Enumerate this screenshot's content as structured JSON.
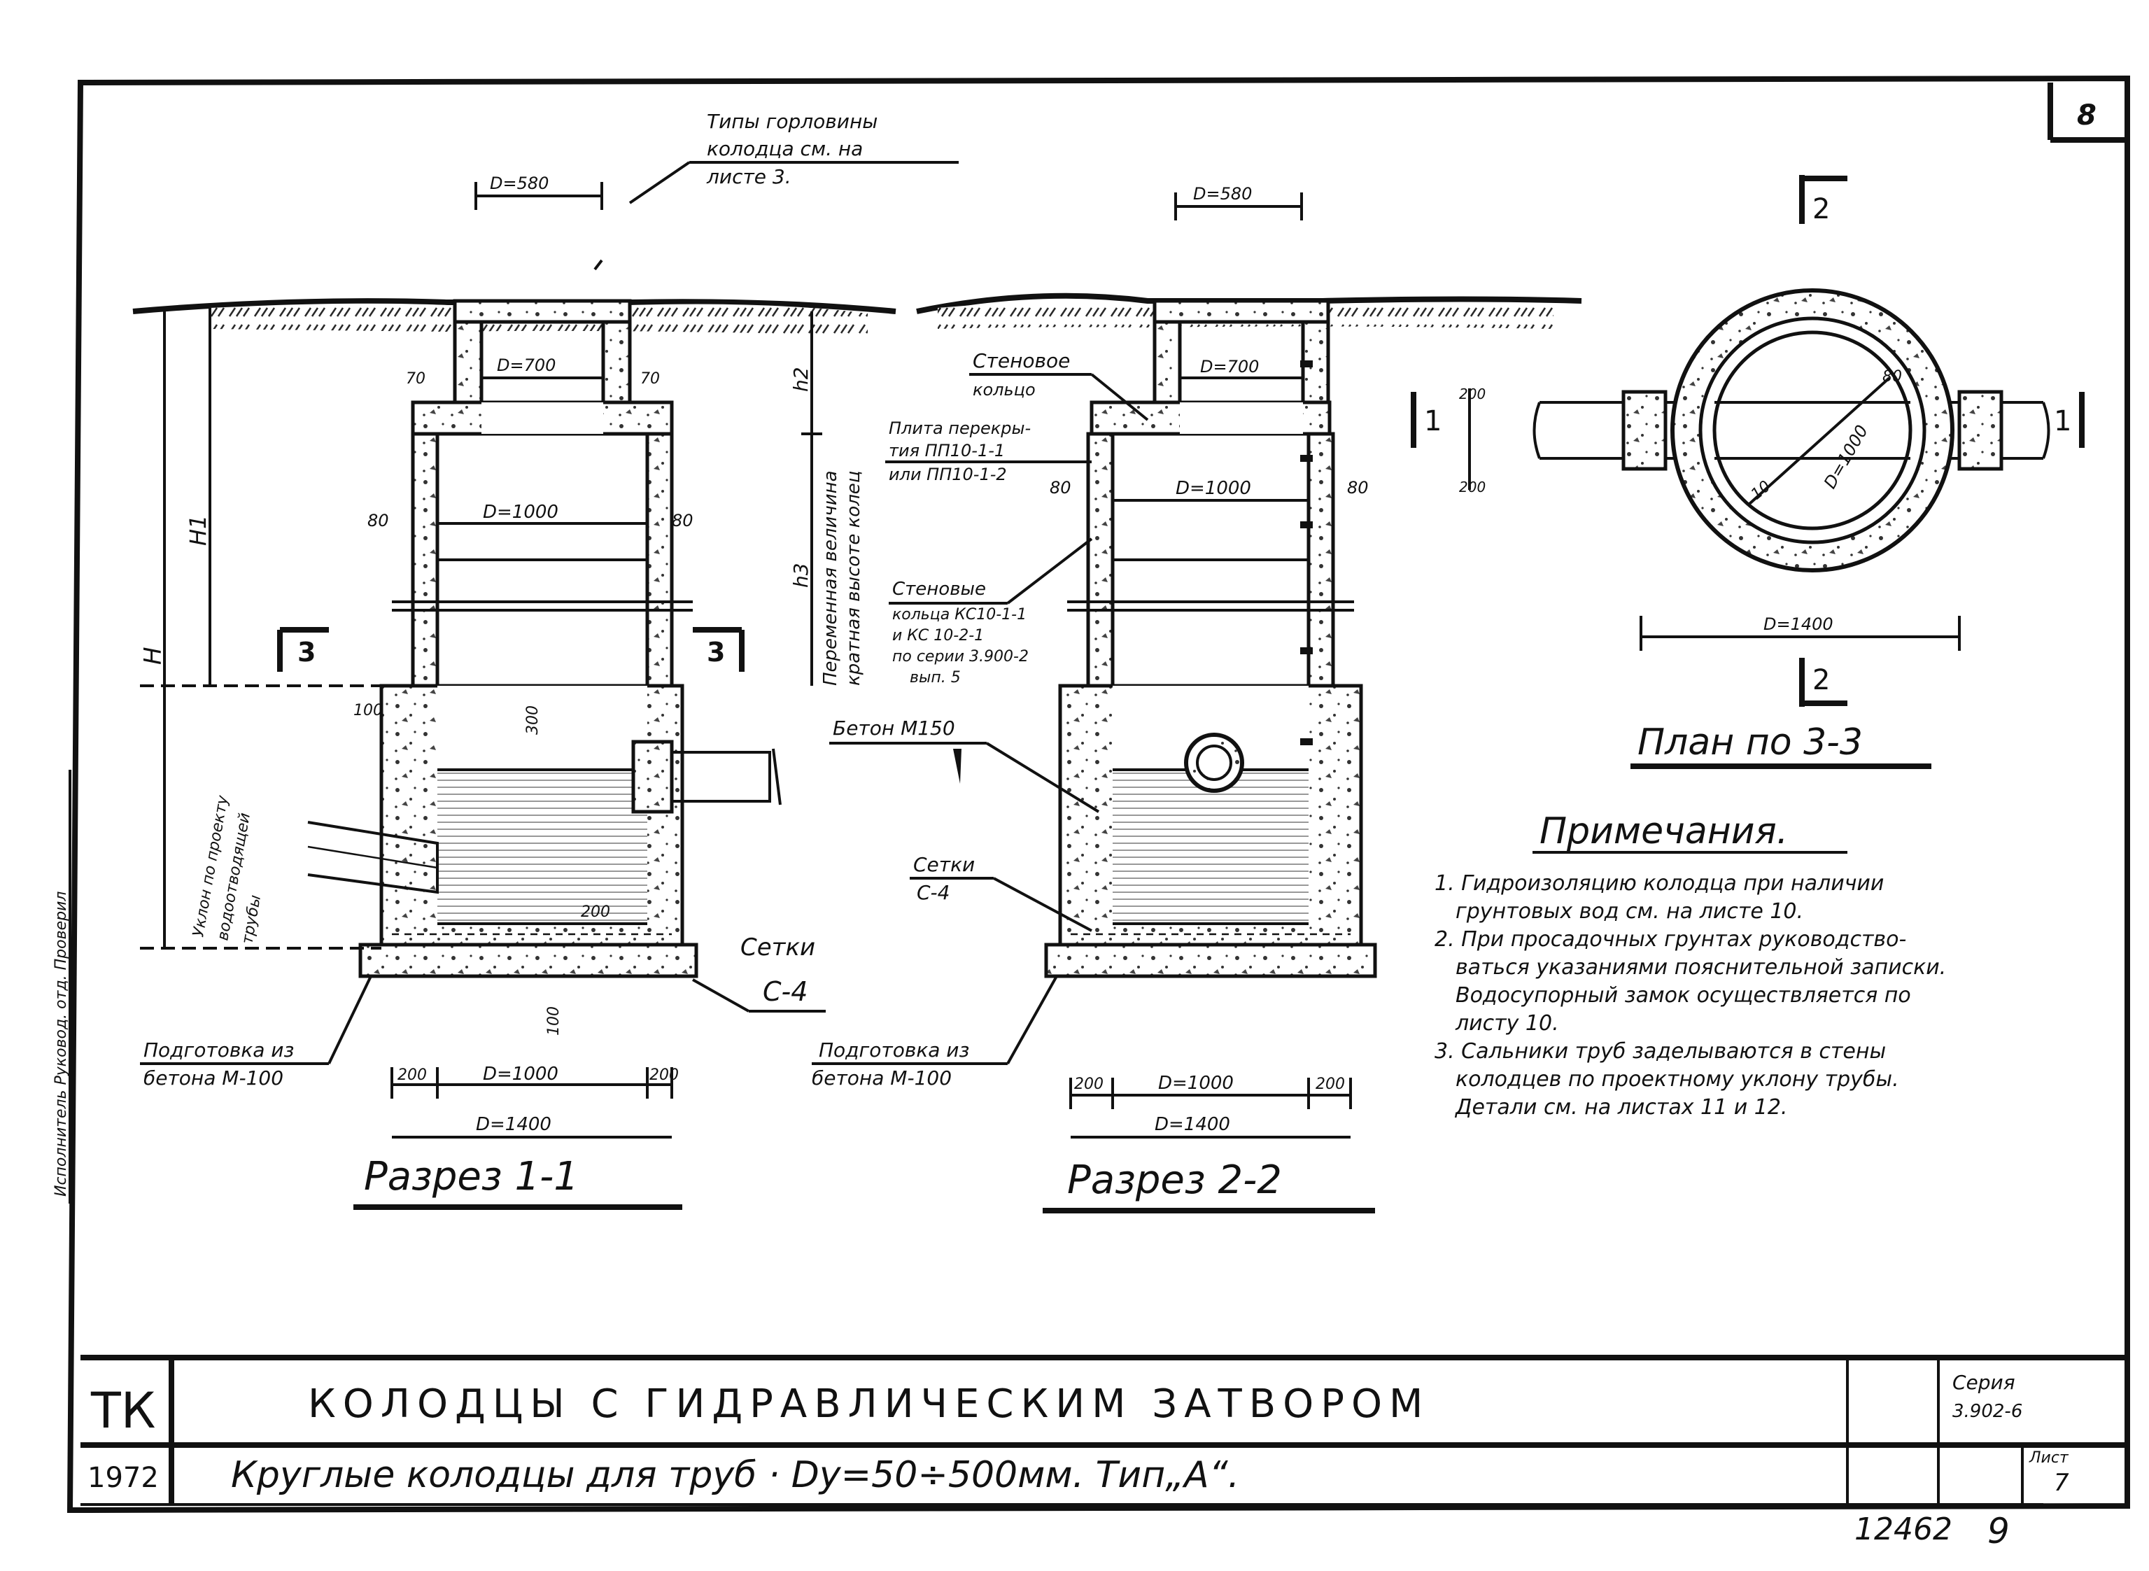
{
  "sheet_number": "8",
  "top_note": [
    "Типы горловины",
    "колодца см. на",
    "листе 3."
  ],
  "section1": {
    "title": "Разрез 1-1",
    "dims": {
      "d_neck": "D=580",
      "d_neck_inner": "D=700",
      "d_ring": "D=1000",
      "d_base_inner": "D=1000",
      "d_base": "D=1400",
      "base_side_left": "200",
      "base_side_right": "200",
      "wall_left": "80",
      "wall_right": "80",
      "neck_left": "70",
      "neck_right": "70",
      "h_100": "100",
      "h_300": "300",
      "h_200": "200",
      "h_base": "100",
      "sec_left": "3",
      "sec_right": "3",
      "h_total": "H",
      "h1": "H1",
      "h2": "h2",
      "h3": "h3"
    },
    "vertical_note": [
      "Переменная величина",
      "кратная высоте колец"
    ],
    "pipe_note": [
      "Уклон по проекту",
      "водоотводящей",
      "трубы"
    ],
    "label_mesh": [
      "Сетки",
      "С-4"
    ],
    "label_prep": [
      "Подготовка из",
      "бетона М-100"
    ]
  },
  "section2": {
    "title": "Разрез 2-2",
    "dims": {
      "d_neck": "D=580",
      "d_neck_inner": "D=700",
      "d_ring": "D=1000",
      "d_base_inner": "D=1000",
      "d_base": "D=1400",
      "base_side_left": "200",
      "base_side_right": "200",
      "wall_left": "80",
      "wall_right": "80"
    },
    "label_wall_ring": [
      "Стеновое",
      "кольцо"
    ],
    "label_slab": [
      "Плита перекры-",
      "тия ПП10-1-1",
      "или ПП10-1-2"
    ],
    "label_rings": [
      "Стеновые",
      "кольца КС10-1-1",
      "и КС 10-2-1",
      "по серии 3.900-2",
      "вып. 5"
    ],
    "label_concrete": "Бетон М150",
    "label_mesh": [
      "Сетки",
      "С-4"
    ],
    "label_prep": [
      "Подготовка из",
      "бетона М-100"
    ]
  },
  "plan": {
    "title": "План по 3-3",
    "dims": {
      "d_inner": "D=1000",
      "d_outer": "D=1400",
      "left_top": "200",
      "left_bottom": "200",
      "ring": "80",
      "ten": "10"
    },
    "sec_top": "2",
    "sec_bottom": "2",
    "sec_left": "1",
    "sec_right": "1"
  },
  "notes": {
    "title": "Примечания.",
    "items": [
      "1. Гидроизоляцию колодца при наличии",
      "грунтовых вод см. на листе 10.",
      "2. При просадочных грунтах руководство-",
      "ваться указаниями пояснительной записки.",
      "Водосупорный замок осуществляется по",
      "листу 10.",
      "3. Сальники труб заделываются в стены",
      "колодцев по проектному уклону трубы.",
      "Детали см. на листах 11 и 12."
    ]
  },
  "title_block": {
    "code": "ТК",
    "year": "1972",
    "main_title": "КОЛОДЦЫ С ГИДРАВЛИЧЕСКИМ ЗАТВОРОМ",
    "subtitle": "Круглые колодцы для труб · Dy=50÷500мм. Тип„А“.",
    "series_label": "Серия",
    "series_value": "3.902-6",
    "sheet_label": "Лист",
    "sheet_value": "7",
    "doc_number": "12462",
    "page_number": "9"
  },
  "side_stamp": "Исполнитель Руковод. отд. Проверил"
}
